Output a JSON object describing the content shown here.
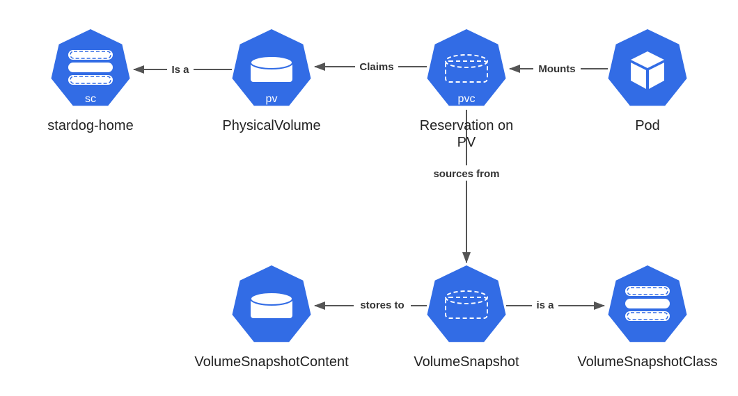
{
  "colors": {
    "node_fill": "#326CE5",
    "edge": "#555555",
    "text": "#222222"
  },
  "nodes": {
    "sc": {
      "abbr": "sc",
      "label": "stardog-home",
      "icon": "storage-class-icon"
    },
    "pv": {
      "abbr": "pv",
      "label": "PhysicalVolume",
      "icon": "volume-icon"
    },
    "pvc": {
      "abbr": "pvc",
      "label_line1": "Reservation on",
      "label_line2": "PV",
      "icon": "volume-claim-icon"
    },
    "pod": {
      "abbr": "",
      "label": "Pod",
      "icon": "cube-icon"
    },
    "vsc": {
      "abbr": "",
      "label": "VolumeSnapshotContent",
      "icon": "volume-icon"
    },
    "vs": {
      "abbr": "",
      "label": "VolumeSnapshot",
      "icon": "volume-claim-icon"
    },
    "vsclass": {
      "abbr": "",
      "label": "VolumeSnapshotClass",
      "icon": "storage-class-icon"
    }
  },
  "edges": {
    "pv_sc": "Is a",
    "pvc_pv": "Claims",
    "pod_pvc": "Mounts",
    "pvc_vs": "sources from",
    "vs_vsc": "stores to",
    "vs_vsclass": "is a"
  }
}
